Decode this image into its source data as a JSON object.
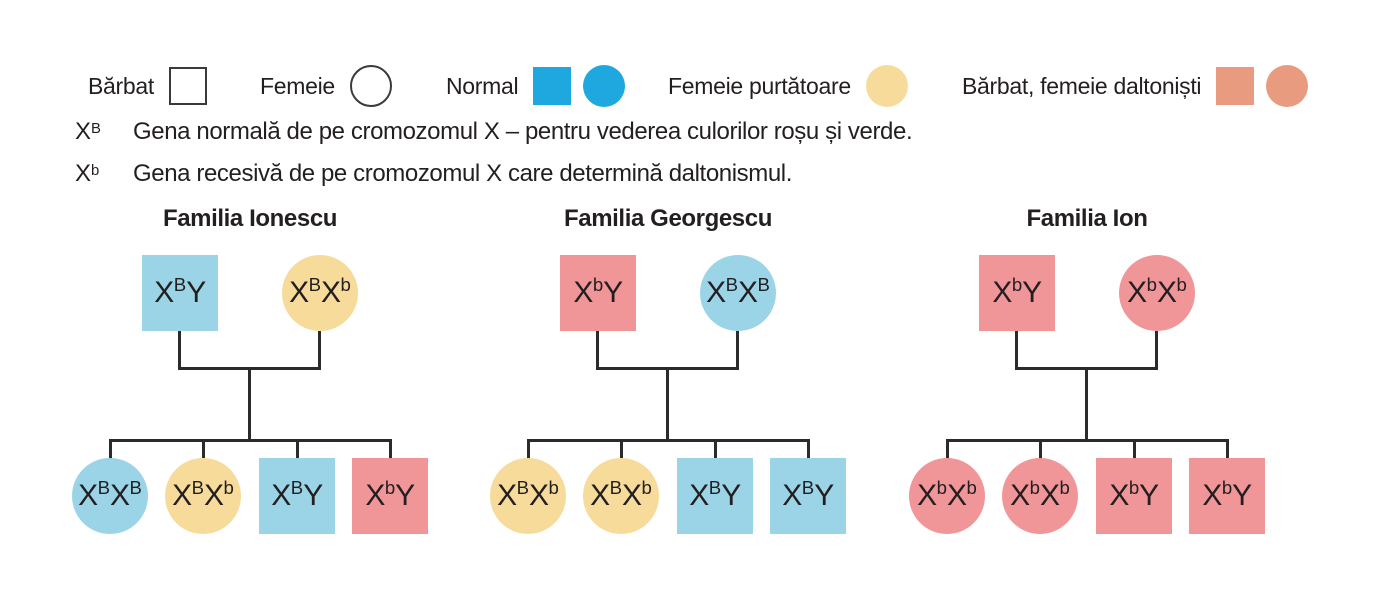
{
  "colors": {
    "legendBlue": "#1fa8df",
    "treeBlue": "#9ad4e6",
    "yellow": "#f7db9b",
    "salmon": "#e99b7f",
    "treeRed": "#f09598",
    "ink": "#231f20",
    "line": "#2b2b2b"
  },
  "legend": {
    "items": [
      {
        "label": "Bărbat",
        "shapes": [
          {
            "type": "square",
            "fill": "outline",
            "name": "male-square-icon"
          }
        ]
      },
      {
        "label": "Femeie",
        "shapes": [
          {
            "type": "circle",
            "fill": "outline",
            "name": "female-circle-icon"
          }
        ]
      },
      {
        "label": "Normal",
        "shapes": [
          {
            "type": "square",
            "fill": "blue",
            "name": "normal-male-icon"
          },
          {
            "type": "circle",
            "fill": "blue",
            "name": "normal-female-icon"
          }
        ]
      },
      {
        "label": "Femeie purtătoare",
        "shapes": [
          {
            "type": "circle",
            "fill": "yellow",
            "name": "carrier-female-icon"
          }
        ]
      },
      {
        "label": "Bărbat, femeie daltoniști",
        "shapes": [
          {
            "type": "square",
            "fill": "salmon",
            "name": "colorblind-male-icon"
          },
          {
            "type": "circle",
            "fill": "salmon",
            "name": "colorblind-female-icon"
          }
        ]
      }
    ]
  },
  "gene_notes": [
    {
      "symbol": "X^B",
      "text": "Gena normală de pe cromozomul X – pentru vederea culorilor roșu și verde."
    },
    {
      "symbol": "X^b",
      "text": "Gena recesivă de pe cromozomul X care determină daltonismul."
    }
  ],
  "families": [
    {
      "title": "Familia Ionescu",
      "father": {
        "shape": "square",
        "color": "blue",
        "genotype": "X^B Y"
      },
      "mother": {
        "shape": "circle",
        "color": "yellow",
        "genotype": "X^B X^b"
      },
      "children": [
        {
          "shape": "circle",
          "color": "blue",
          "genotype": "X^B X^B"
        },
        {
          "shape": "circle",
          "color": "yellow",
          "genotype": "X^B X^b"
        },
        {
          "shape": "square",
          "color": "blue",
          "genotype": "X^B Y"
        },
        {
          "shape": "square",
          "color": "red",
          "genotype": "X^b Y"
        }
      ]
    },
    {
      "title": "Familia Georgescu",
      "father": {
        "shape": "square",
        "color": "red",
        "genotype": "X^b Y"
      },
      "mother": {
        "shape": "circle",
        "color": "blue",
        "genotype": "X^B X^B"
      },
      "children": [
        {
          "shape": "circle",
          "color": "yellow",
          "genotype": "X^B X^b"
        },
        {
          "shape": "circle",
          "color": "yellow",
          "genotype": "X^B X^b"
        },
        {
          "shape": "square",
          "color": "blue",
          "genotype": "X^B Y"
        },
        {
          "shape": "square",
          "color": "blue",
          "genotype": "X^B Y"
        }
      ]
    },
    {
      "title": "Familia Ion",
      "father": {
        "shape": "square",
        "color": "red",
        "genotype": "X^b Y"
      },
      "mother": {
        "shape": "circle",
        "color": "red",
        "genotype": "X^b X^b"
      },
      "children": [
        {
          "shape": "circle",
          "color": "red",
          "genotype": "X^b X^b"
        },
        {
          "shape": "circle",
          "color": "red",
          "genotype": "X^b X^b"
        },
        {
          "shape": "square",
          "color": "red",
          "genotype": "X^b Y"
        },
        {
          "shape": "square",
          "color": "red",
          "genotype": "X^b Y"
        }
      ]
    }
  ]
}
